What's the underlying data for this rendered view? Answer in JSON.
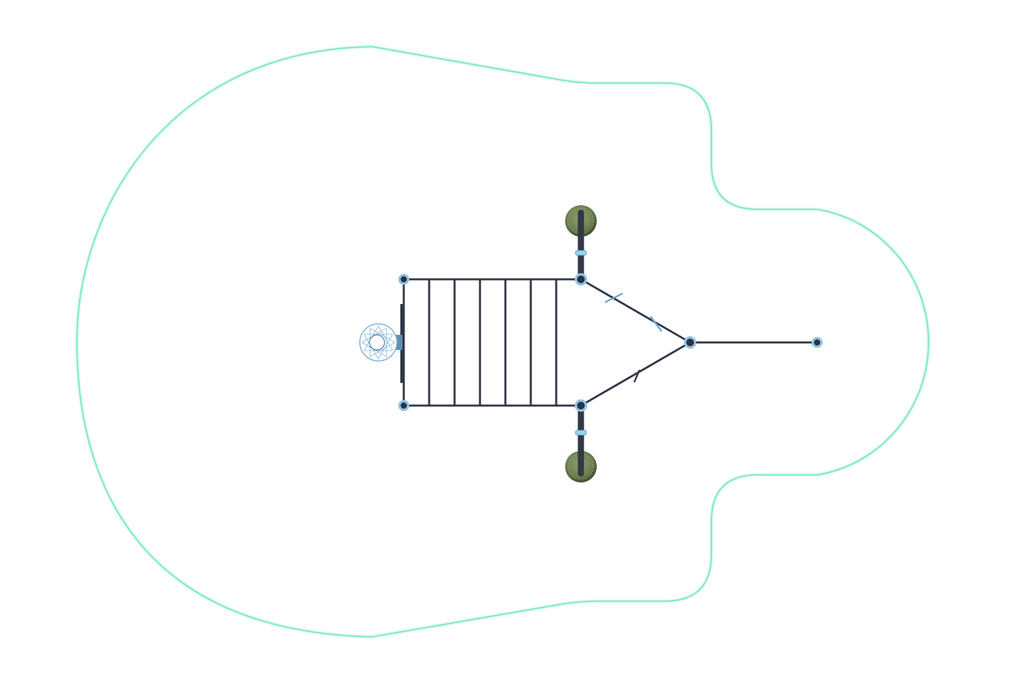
{
  "diagram": {
    "view": "top-down plan",
    "colors": {
      "boundary": "#6fe7c0",
      "boundary_glow": "#d6f8ec",
      "frame": "#323847",
      "joint_ring": "#8fc3e6",
      "joint_core": "#2b3240",
      "accent": "#6aa9d4",
      "pad": "#6d7f4f",
      "pad_shadow": "#3f4a30",
      "net": "#7fb1d8"
    },
    "icons": {
      "post": "post-icon",
      "pad": "round-seat-pad-icon",
      "net": "basketball-hoop-icon",
      "brace": "diagonal-brace-icon"
    },
    "components": {
      "boundary": "safety-surface-outline",
      "ladder": "horizontal-ladder",
      "hoop": "basketball-hoop",
      "triangle": "triangular-frame",
      "beam": "single-beam",
      "seats": "seat-pads"
    }
  }
}
